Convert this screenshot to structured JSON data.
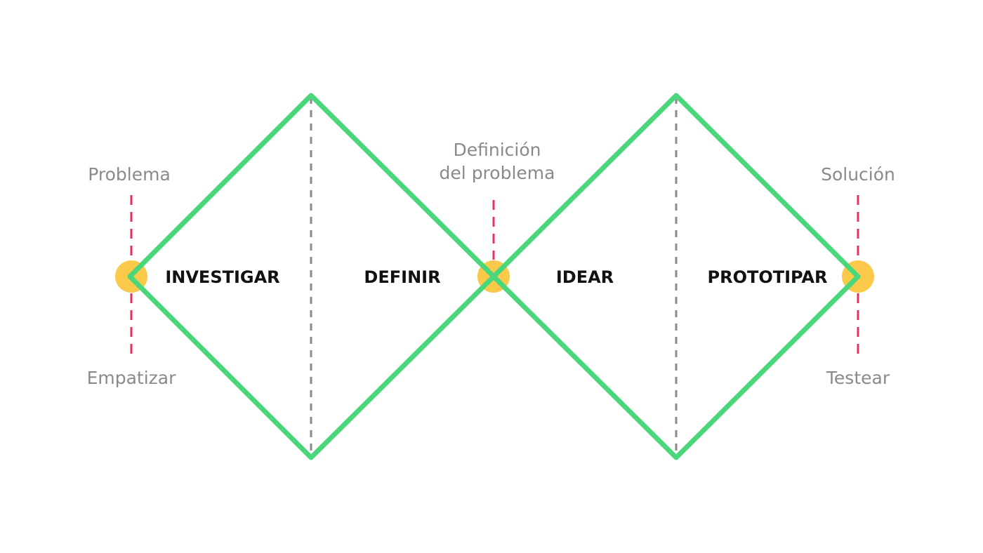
{
  "colors": {
    "diamond_stroke": "#4ad77b",
    "node_fill": "#fbc94a",
    "marker_dash": "#e8315a",
    "divider_dash": "#8a8a8a",
    "secondary_text": "#8a8a8a",
    "phase_text": "#111111"
  },
  "phases": {
    "investigar": "INVESTIGAR",
    "definir": "DEFINIR",
    "idear": "IDEAR",
    "prototipar": "PROTOTIPAR"
  },
  "milestones": {
    "start": {
      "top": "Problema",
      "bottom": "Empatizar"
    },
    "middle": {
      "top_line1": "Definición",
      "top_line2": "del problema"
    },
    "end": {
      "top": "Solución",
      "bottom": "Testear"
    }
  }
}
